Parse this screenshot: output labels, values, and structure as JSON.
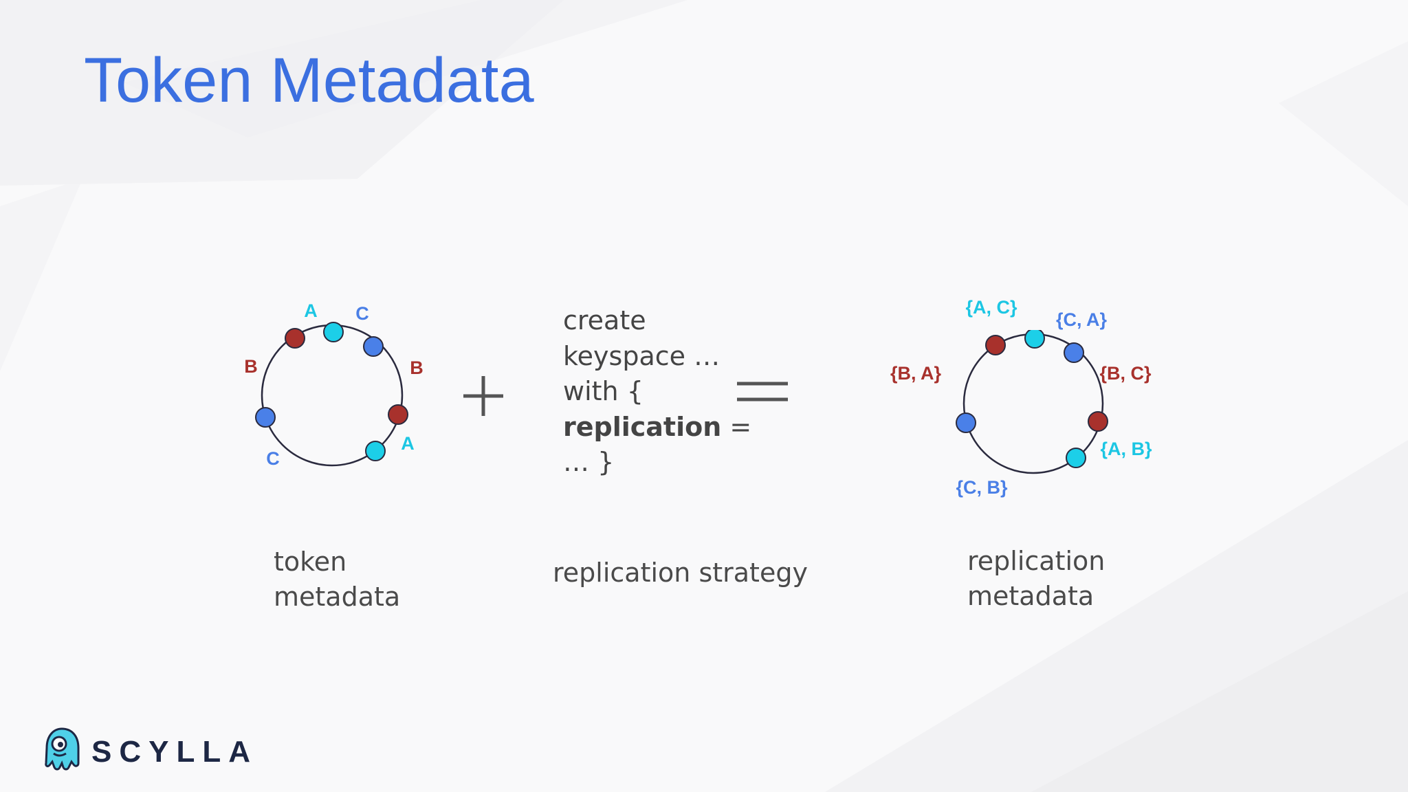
{
  "slide": {
    "title": "Token Metadata"
  },
  "colors": {
    "title": "#3b6fe0",
    "node_a": "#1ccfe8",
    "node_b": "#a8312c",
    "node_c": "#4a80e8",
    "label_a": "#1cc6e3",
    "label_b": "#a8312c",
    "label_c": "#4a7fe6",
    "ring": "#2a2a3e",
    "text": "#444444"
  },
  "token_ring": {
    "labels": [
      "A",
      "C",
      "B",
      "A",
      "C",
      "B"
    ]
  },
  "plus_operator": "+",
  "code": {
    "line1": "create",
    "line2": "keyspace …",
    "line3": "with {",
    "line4_bold": "replication",
    "line4_rest": " =",
    "line5": "… }"
  },
  "equals_operator": "=",
  "replication_ring": {
    "labels": [
      "{A, C}",
      "{C, A}",
      "{B, C}",
      "{A, B}",
      "{C, B}",
      "{B, A}"
    ]
  },
  "captions": {
    "token_metadata_line1": "token",
    "token_metadata_line2": "metadata",
    "replication_strategy": "replication strategy",
    "replication_metadata_line1": "replication",
    "replication_metadata_line2": "metadata"
  },
  "logo": {
    "text": "SCYLLA",
    "icon": "scylla-octopus-icon"
  }
}
